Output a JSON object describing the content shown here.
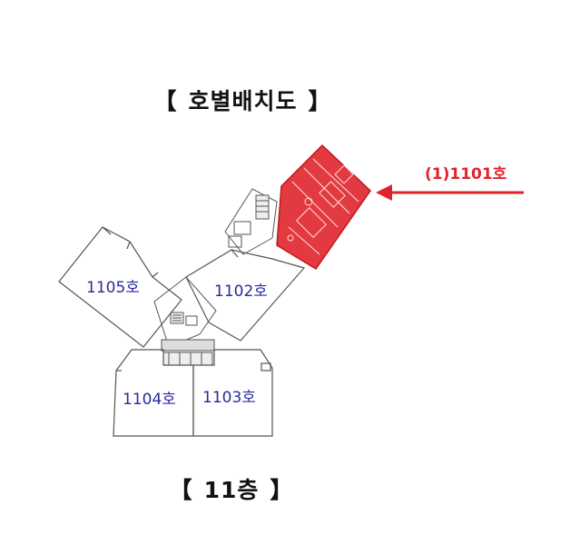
{
  "title": {
    "open": "【",
    "text": "호별배치도",
    "close": "】"
  },
  "floor": {
    "open": "【",
    "text": "11층",
    "close": "】"
  },
  "units": [
    {
      "id": "1101",
      "label": "(1)1101호",
      "highlighted": true
    },
    {
      "id": "1102",
      "label": "1102호"
    },
    {
      "id": "1103",
      "label": "1103호"
    },
    {
      "id": "1104",
      "label": "1104호"
    },
    {
      "id": "1105",
      "label": "1105호"
    }
  ],
  "colors": {
    "highlight": "#e0232b",
    "label": "#2a2aa0",
    "line": "#555555"
  }
}
